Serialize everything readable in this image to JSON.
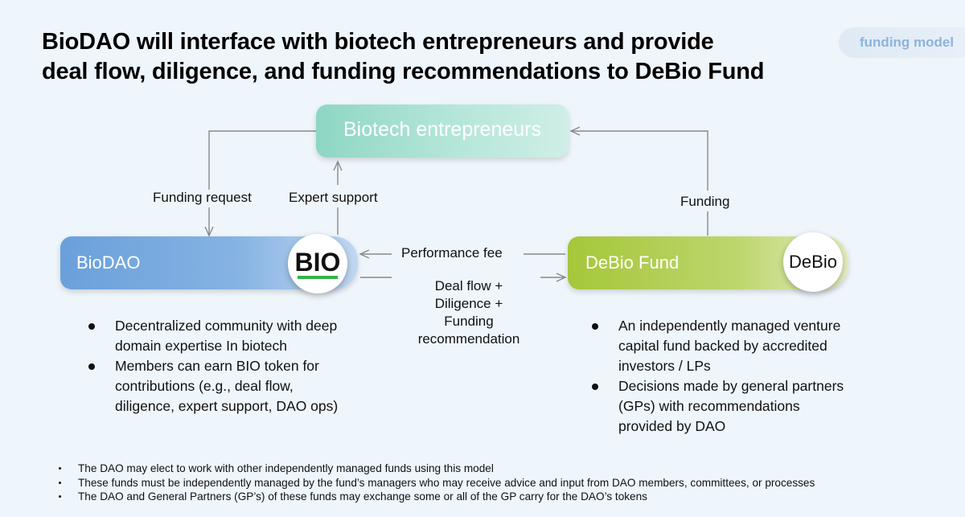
{
  "header": {
    "title_line1": "BioDAO will interface with biotech entrepreneurs and provide",
    "title_line2": "deal flow, diligence, and funding recommendations to DeBio Fund",
    "tag": "funding model"
  },
  "nodes": {
    "entrepreneurs": "Biotech entrepreneurs",
    "biodao": "BioDAO",
    "biodao_badge": "BIO",
    "debio": "DeBio Fund",
    "debio_badge": "DeBio"
  },
  "edges": {
    "funding_request": "Funding request",
    "expert_support": "Expert support",
    "funding": "Funding",
    "performance_fee": "Performance fee",
    "deal_flow_lines": [
      "Deal flow +",
      "Diligence +",
      "Funding",
      "recommendation"
    ]
  },
  "biodao_bullets": [
    [
      "Decentralized community with deep",
      "domain expertise In biotech"
    ],
    [
      "Members can earn BIO token for",
      "contributions (e.g., deal flow,",
      "diligence, expert support, DAO ops)"
    ]
  ],
  "debio_bullets": [
    [
      "An independently managed venture",
      "capital fund backed by accredited",
      "investors / LPs"
    ],
    [
      "Decisions made by general partners",
      "(GPs) with recommendations",
      "provided by DAO"
    ]
  ],
  "footnotes": [
    "The DAO may elect to work with other independently managed funds using this model",
    "These funds must be independently managed by the fund’s managers who may receive advice and input from DAO members, committees, or processes",
    "The DAO and General Partners (GP’s) of these funds may exchange some or all of the GP carry for the DAO’s tokens"
  ],
  "colors": {
    "background": "#eef5fb",
    "entrepreneurs": "#8fd6c4",
    "biodao": "#6aa0db",
    "debio": "#a5c73a",
    "bio_underline": "#34b24a",
    "tag_text": "#8fb3db"
  }
}
